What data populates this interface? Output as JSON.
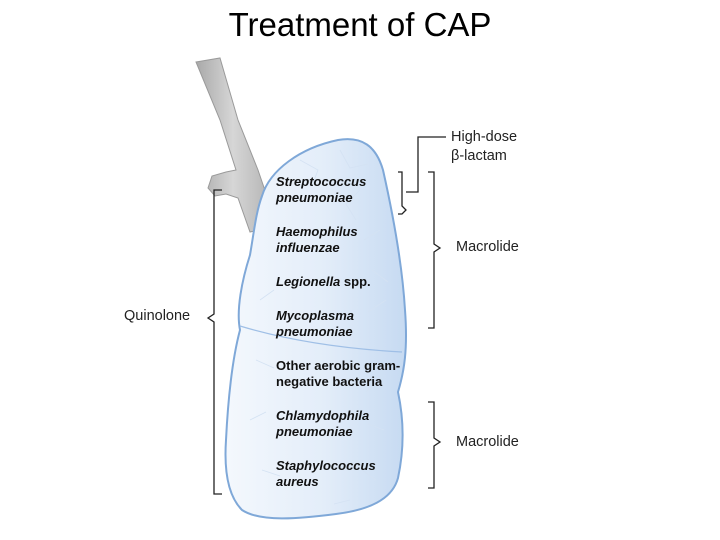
{
  "slide": {
    "title": "Treatment of CAP"
  },
  "diagram": {
    "organisms": [
      {
        "line1": "Streptococcus",
        "line2": "pneumoniae",
        "italic": true
      },
      {
        "line1": "Haemophilus",
        "line2": "influenzae",
        "italic": true
      },
      {
        "line1": "Legionella",
        "line1_suffix": " spp.",
        "italic": true
      },
      {
        "line1": "Mycoplasma",
        "line2": "pneumoniae",
        "italic": true
      },
      {
        "line1": "Other aerobic gram-",
        "line2": "negative bacteria",
        "italic": false
      },
      {
        "line1": "Chlamydophila",
        "line2": "pneumoniae",
        "italic": true
      },
      {
        "line1": "Staphylococcus",
        "line2": "aureus",
        "italic": true
      }
    ],
    "treatments": {
      "left": "Quinolone",
      "top_right_line1": "High-dose",
      "top_right_line2": "β-lactam",
      "right_upper": "Macrolide",
      "right_lower": "Macrolide"
    },
    "colors": {
      "lung_fill": "#cfe1f5",
      "lung_stroke": "#7fa8d8",
      "trachea": "#bdbdbd",
      "bracket": "#222222"
    }
  }
}
